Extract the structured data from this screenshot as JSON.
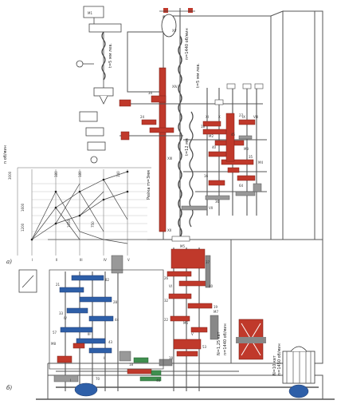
{
  "colors": {
    "background": "#ffffff",
    "frame": "#3a3a3a",
    "housing": "#6b6b6b",
    "shaft": "#555555",
    "gear_red": "#c0392b",
    "gear_blue": "#2e5fa8",
    "gear_green": "#3f8f4f",
    "gear_gray": "#808080",
    "graph_line": "#444444"
  },
  "labels": {
    "fig_a": "а)",
    "fig_b": "б)",
    "rack": "Рейка m=3мм",
    "rapid_top": "n=1440 об/мин",
    "rapid_side": "t=5 мм лев.",
    "feed_mid": "t=12 мм",
    "motor_main_power": "N=10 квт",
    "motor_main_speed": "n=1450 об/мин",
    "motor_feed_power": "N=1,25 квт",
    "motor_feed_speed": "n=1440 об/мин",
    "spindle_screw": "t=5 мм лев.",
    "graph_axis": "n об/мин"
  },
  "graph": {
    "tick_labels": [
      "3000",
      "380",
      "180",
      "1600",
      "1200",
      "1050",
      "750",
      "140"
    ],
    "roman_labels": [
      "I",
      "II",
      "III",
      "IV",
      "V"
    ]
  },
  "shaft_labels": [
    "XV",
    "XIV",
    "XIII",
    "XII",
    "XI",
    "X",
    "IX",
    "VIII",
    "VII",
    "VI",
    "V",
    "IV",
    "III",
    "II",
    "I"
  ],
  "clutch_labels": [
    "M1",
    "M2",
    "M3",
    "M4",
    "M5",
    "M6",
    "M7",
    "M8"
  ],
  "gear_numbers": [
    "27",
    "18",
    "45",
    "40",
    "35",
    "16",
    "64",
    "36",
    "34",
    "24",
    "37",
    "26",
    "40",
    "32",
    "19",
    "22",
    "53",
    "38",
    "82",
    "21",
    "28",
    "33",
    "44",
    "57",
    "43",
    "18",
    "46",
    "70"
  ]
}
